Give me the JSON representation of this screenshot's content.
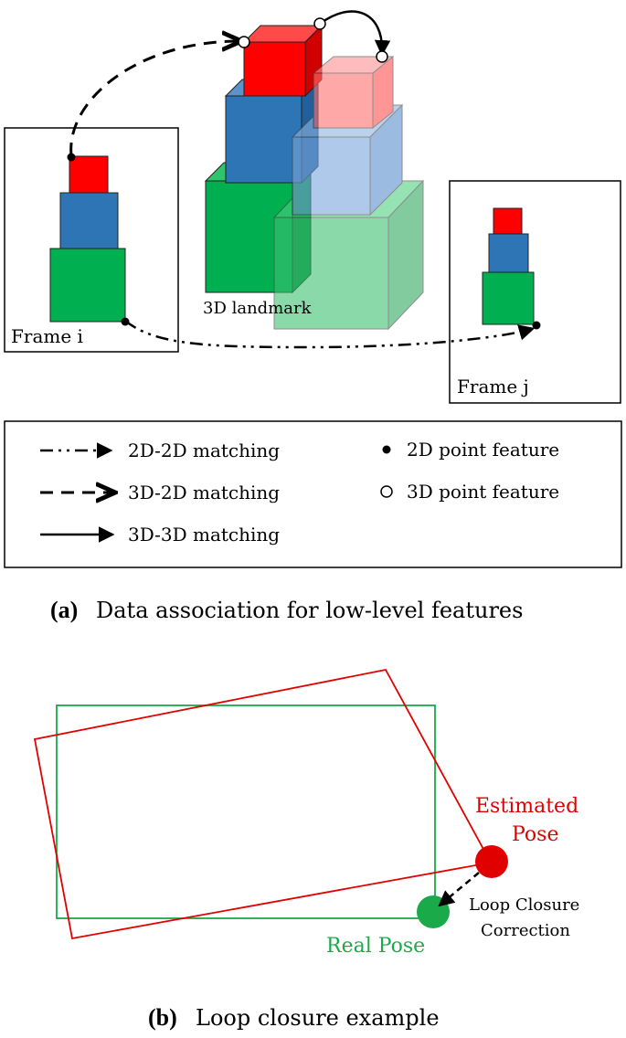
{
  "panel_a": {
    "frame_i_label": "Frame i",
    "frame_j_label": "Frame j",
    "landmark_label": "3D landmark",
    "legend": {
      "match_2d2d": "2D-2D matching",
      "match_3d2d": "3D-2D matching",
      "match_3d3d": "3D-3D matching",
      "point_2d": "2D point feature",
      "point_3d": "3D point feature"
    },
    "caption_tag": "(a)",
    "caption_text": "Data association for low-level features"
  },
  "panel_b": {
    "estimated_pose_line1": "Estimated",
    "estimated_pose_line2": "Pose",
    "real_pose": "Real Pose",
    "correction_line1": "Loop Closure",
    "correction_line2": "Correction",
    "caption_tag": "(b)",
    "caption_text": "Loop closure example"
  },
  "colors": {
    "red": "#ff0000",
    "blue": "#2e75b6",
    "green": "#00b050",
    "pose_red": "#e00000",
    "pose_green": "#1aaa4a"
  }
}
